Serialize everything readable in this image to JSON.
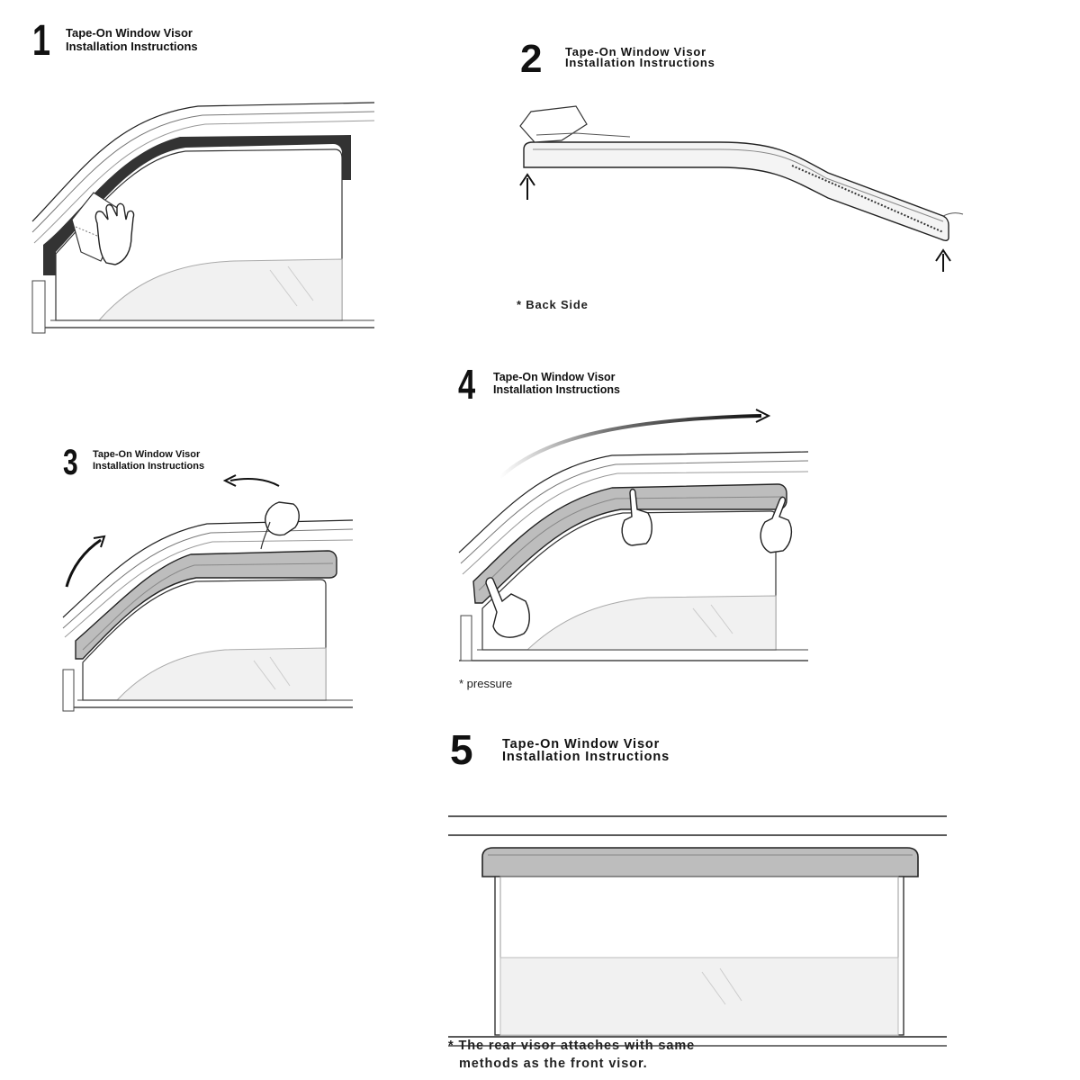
{
  "steps": [
    {
      "number": "1",
      "title_line1": "Tape-On Window Visor",
      "title_line2": "Installation Instructions"
    },
    {
      "number": "2",
      "title_line1": "Tape-On Window Visor",
      "title_line2": "Installation Instructions",
      "note": "* Back Side"
    },
    {
      "number": "3",
      "title_line1": "Tape-On Window Visor",
      "title_line2": "Installation Instructions"
    },
    {
      "number": "4",
      "title_line1": "Tape-On Window Visor",
      "title_line2": "Installation Instructions",
      "note": "* pressure"
    },
    {
      "number": "5",
      "title_line1": "Tape-On Window Visor",
      "title_line2": "Installation Instructions",
      "note_line1": "* The rear visor attaches with same",
      "note_line2": "methods as the front visor."
    }
  ]
}
